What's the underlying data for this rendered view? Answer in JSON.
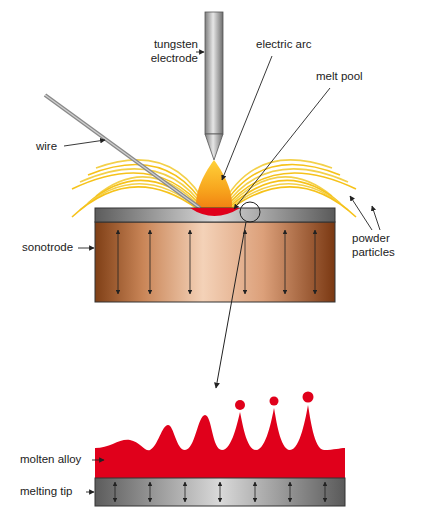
{
  "diagram": {
    "labels": [
      "tungsten electrode",
      "electric arc",
      "melt pool",
      "wire",
      "sonotrode",
      "powder particles",
      "molten alloy",
      "melting tip"
    ]
  }
}
